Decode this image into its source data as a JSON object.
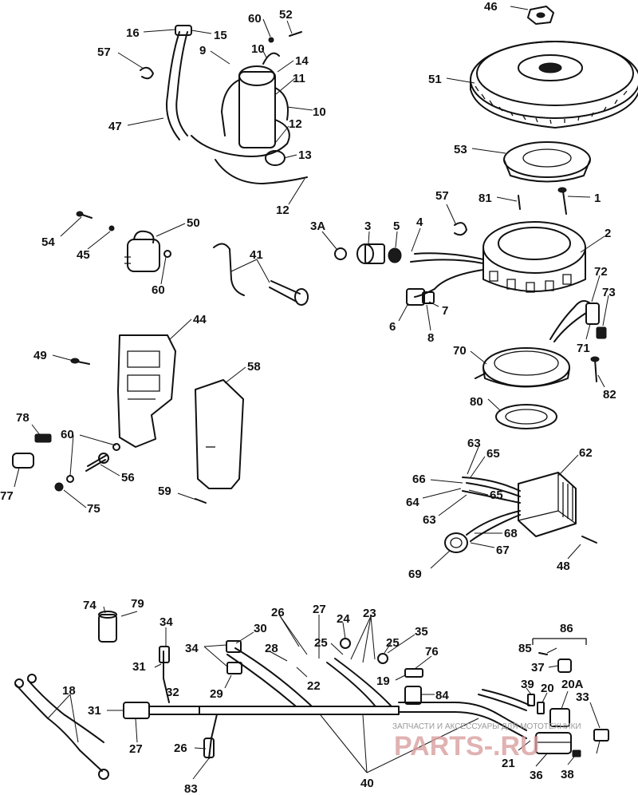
{
  "diagram": {
    "watermark": {
      "caption": "ЗАПЧАСТИ И АКСЕССУАРЫ ДЛЯ МОТОТЕХНИКИ",
      "logo": "PARTS-.RU"
    },
    "callouts": [
      "46",
      "51",
      "53",
      "1",
      "81",
      "57",
      "2",
      "3A",
      "3",
      "5",
      "4",
      "6",
      "7",
      "8",
      "72",
      "73",
      "71",
      "70",
      "82",
      "80",
      "62",
      "63",
      "65",
      "66",
      "64",
      "65",
      "63",
      "68",
      "67",
      "69",
      "48",
      "16",
      "15",
      "60",
      "52",
      "10",
      "9",
      "14",
      "11",
      "10",
      "12",
      "13",
      "12",
      "57",
      "47",
      "54",
      "45",
      "50",
      "60",
      "41",
      "44",
      "49",
      "58",
      "78",
      "60",
      "56",
      "77",
      "75",
      "59",
      "74",
      "79",
      "34",
      "26",
      "27",
      "24",
      "23",
      "30",
      "28",
      "25",
      "25",
      "35",
      "34",
      "31",
      "29",
      "22",
      "76",
      "19",
      "84",
      "86",
      "85",
      "37",
      "39",
      "20",
      "20A",
      "33",
      "31",
      "32",
      "27",
      "26",
      "83",
      "18",
      "40",
      "21",
      "36",
      "38"
    ]
  }
}
